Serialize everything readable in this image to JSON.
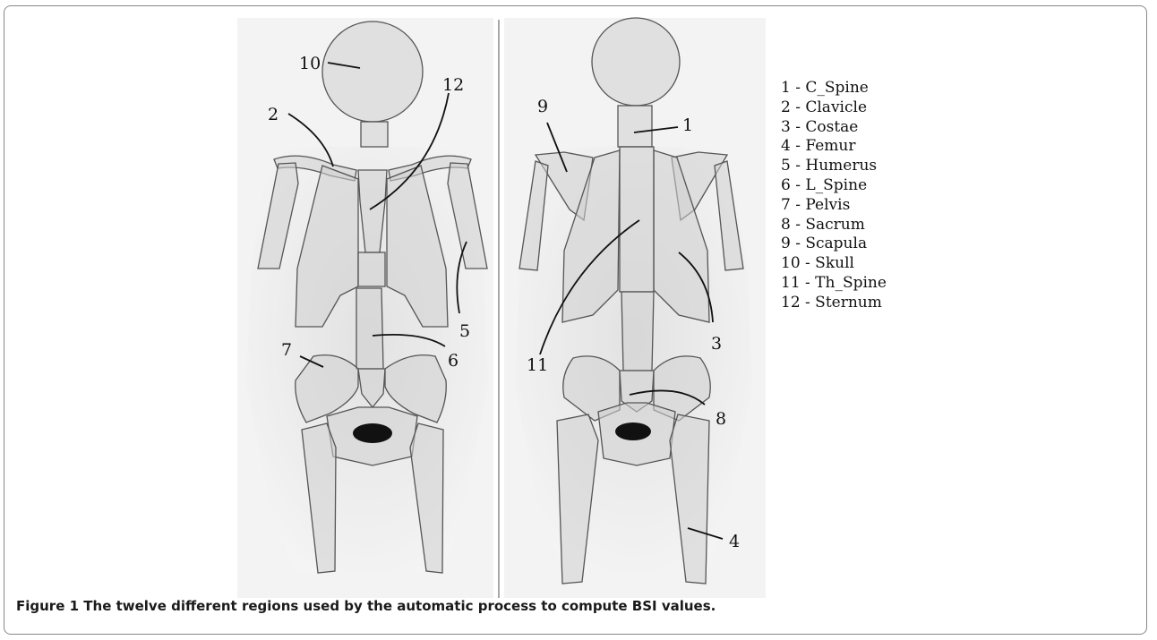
{
  "figure": {
    "caption_label": "Figure 1",
    "caption_text": "The twelve different regions used by the automatic process to compute BSI values."
  },
  "legend": [
    "1 - C_Spine",
    "2 - Clavicle",
    "3 - Costae",
    "4 - Femur",
    "5 - Humerus",
    "6 - L_Spine",
    "7 - Pelvis",
    "8 - Sacrum",
    "9 - Scapula",
    "10 - Skull",
    "11 - Th_Spine",
    "12 - Sternum"
  ],
  "anterior_labels": {
    "skull": "10",
    "clavicle": "2",
    "sternum": "12",
    "humerus": "5",
    "l_spine": "6",
    "pelvis": "7"
  },
  "posterior_labels": {
    "c_spine": "1",
    "scapula": "9",
    "th_spine": "11",
    "costae": "3",
    "sacrum": "8",
    "femur": "4"
  },
  "colors": {
    "scan_background": "#f2f2f2",
    "outline": "#555555",
    "leader": "#111111",
    "divider": "#a8a8a8"
  }
}
